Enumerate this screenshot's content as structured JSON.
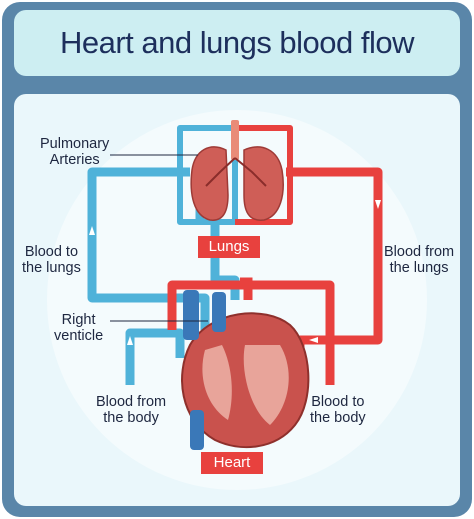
{
  "title": "Heart and lungs blood flow",
  "labels": {
    "pulmonary_arteries": [
      "Pulmonary",
      "Arteries"
    ],
    "blood_to_lungs": [
      "Blood to",
      "the lungs"
    ],
    "blood_from_lungs": [
      "Blood from",
      "the lungs"
    ],
    "right_ventricle": [
      "Right",
      "venticle"
    ],
    "blood_from_body": [
      "Blood from",
      "the body"
    ],
    "blood_to_body": [
      "Blood to",
      "the body"
    ]
  },
  "tags": {
    "lungs": "Lungs",
    "heart": "Heart"
  },
  "colors": {
    "frame": "#5a86a9",
    "title_bg": "#cdeef2",
    "panel_bg": "#eaf7fb",
    "deoxygenated": "#4fb2d9",
    "oxygenated": "#e8413e",
    "tag_bg": "#e8413e",
    "text": "#1e2740",
    "title_text": "#1d2f5c"
  }
}
